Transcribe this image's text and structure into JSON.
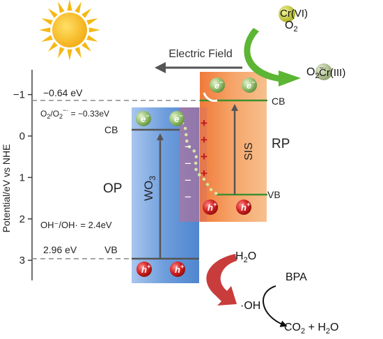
{
  "axis": {
    "label": "Potential/eV vs NHE",
    "ticks": [
      {
        "value": -1,
        "label": "−1"
      },
      {
        "value": 0,
        "label": "0"
      },
      {
        "value": 1,
        "label": "1"
      },
      {
        "value": 2,
        "label": "2"
      },
      {
        "value": 3,
        "label": "3"
      }
    ]
  },
  "levels": {
    "rp_cb": {
      "value": -0.64,
      "label": "−0.64 eV"
    },
    "wo3_vb": {
      "value": 2.96,
      "label": "2.96 eV"
    },
    "o2_redox": {
      "label_main": "O",
      "label_sub": "2",
      "label_sep": "/O",
      "label_sub2": "2",
      "label_sup": "−·",
      "label_value": " = −0.33eV"
    },
    "oh_redox": {
      "label": "OH⁻/OH·  = 2.4eV"
    }
  },
  "wo3": {
    "name": "OP",
    "formula_main": "WO",
    "formula_sub": "3",
    "cb_label": "CB",
    "vb_label": "VB"
  },
  "rp": {
    "name": "RP",
    "sis_label": "SIS",
    "cb_label": "CB",
    "vb_label": "VB"
  },
  "carriers": {
    "electron": "e",
    "electron_sup": "−",
    "hole": "h",
    "hole_sup": "+"
  },
  "interface": {
    "plus": "+",
    "minus": "−"
  },
  "electric_field": {
    "label": "Electric Field"
  },
  "reduction": {
    "o2": {
      "main": "O",
      "sub": "2"
    },
    "cr6": "Cr(VI)",
    "superoxide": {
      "main": "O",
      "sub": "2",
      "sup": "−·"
    },
    "cr3": "Cr(III)"
  },
  "oxidation": {
    "h2o": {
      "main": "H",
      "sub": "2",
      "tail": "O"
    },
    "oh_radical": "·OH",
    "bpa": "BPA",
    "products": {
      "a": "CO",
      "a_sub": "2",
      "b": " + H",
      "b_sub": "2",
      "c": "O"
    }
  },
  "colors": {
    "wo3_fill": "#7aa7e0",
    "rp_fill": "#f49b5c",
    "electron": "#8fb86a",
    "hole": "#cc2020",
    "sun": "#f5b915",
    "reduction_arrow": "#5cb533",
    "oxidation_arrow": "#c93c3c",
    "cr_ball": "#c2c82e"
  }
}
